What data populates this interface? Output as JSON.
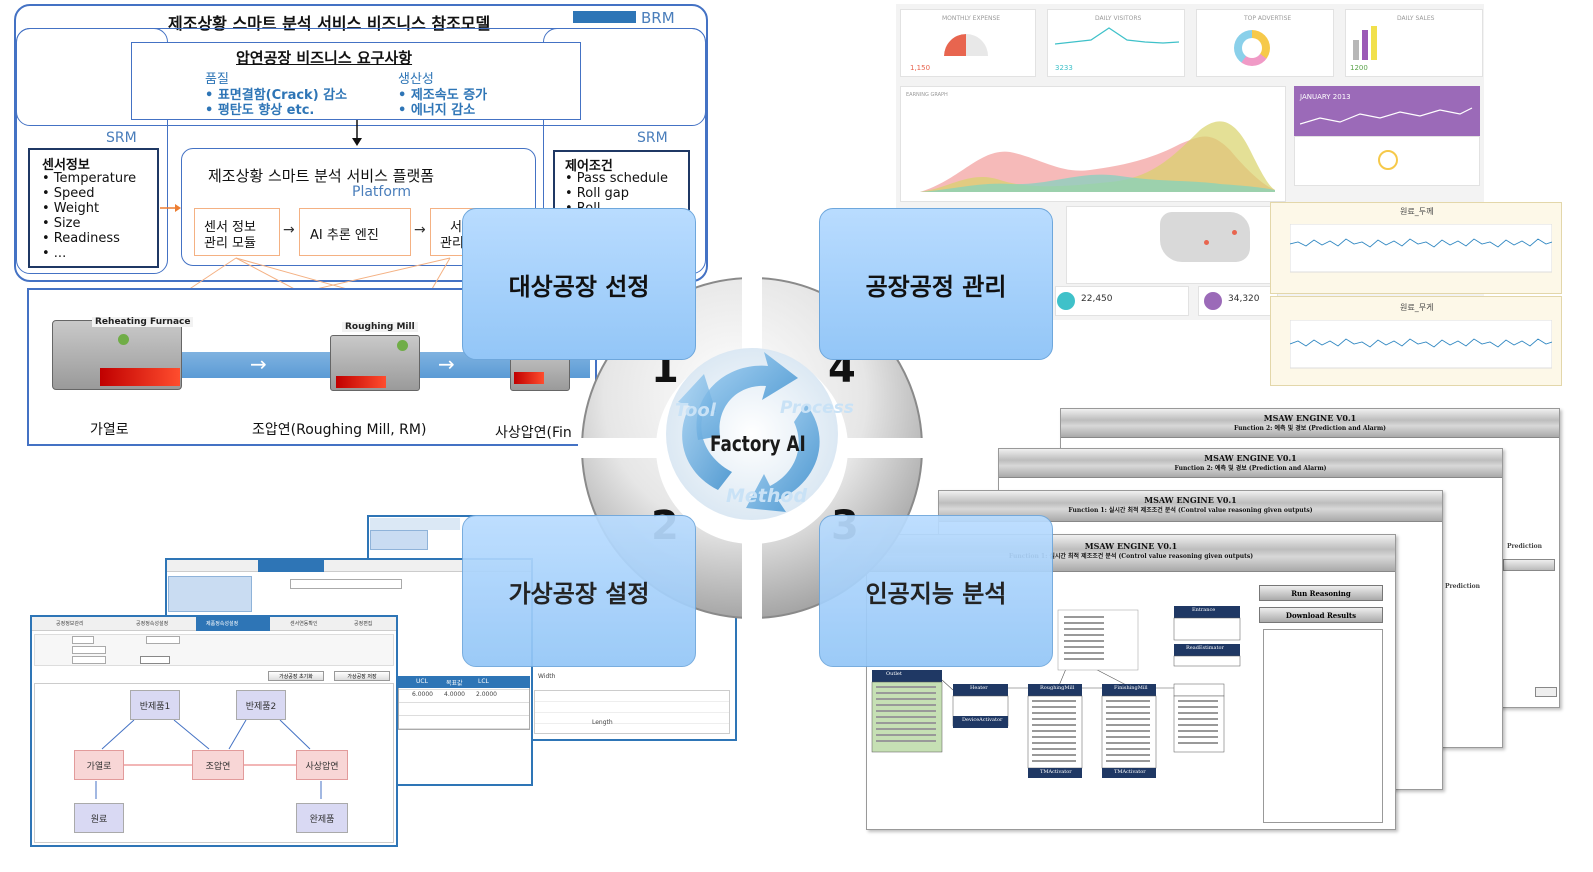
{
  "brm_panel": {
    "title": "제조상황 스마트 분석 서비스 비즈니스 참조모델",
    "brm_tag": "BRM",
    "srm_left": "SRM",
    "srm_right": "SRM",
    "requirements": {
      "title": "압연공장 비즈니스 요구사항",
      "quality_title": "품질",
      "quality_items": [
        "• 표면결함(Crack) 감소",
        "• 평탄도 향상 etc."
      ],
      "productivity_title": "생산성",
      "productivity_items": [
        "• 제조속도 증가",
        "• 에너지 감소"
      ]
    },
    "sensor_box": {
      "title": "센서정보",
      "items": [
        "• Temperature",
        "• Speed",
        "• Weight",
        "• Size",
        "• Readiness",
        "• ..."
      ]
    },
    "platform": {
      "title": "제조상황 스마트 분석 서비스 플랫폼",
      "subtitle": "Platform",
      "module1_line1": "센서 정보",
      "module1_line2": "관리 모듈",
      "module2": "AI 추론 엔진",
      "module3_line1": "서",
      "module3_line2": "관리"
    },
    "control_box": {
      "title": "제어조건",
      "items": [
        "• Pass schedule",
        "• Roll gap",
        "• Roll"
      ]
    },
    "mill": {
      "furnace_label": "Reheating Furnace",
      "rough_label": "Roughing Mill",
      "stage1": "가열로",
      "stage2": "조압연(Roughing Mill, RM)",
      "stage3": "사상압연(Fin"
    }
  },
  "center": {
    "logo": "Factory AI",
    "tool": "Tool",
    "process": "Process",
    "method": "Method",
    "n1": "1",
    "n2": "2",
    "n3": "3",
    "n4": "4",
    "step1": "대상공장 선정",
    "step2": "가상공장 설정",
    "step3": "인공지능 분석",
    "step4": "공장공정 관리"
  },
  "dashboard": {
    "card1": "MONTHLY EXPENSE",
    "card2": "DAILY VISITORS",
    "card3": "TOP ADVERTISE",
    "card4": "DAILY SALES",
    "card1_val": "1,150",
    "card2_val": "3233",
    "card4_val": "1200",
    "earning": "EARNING GRAPH",
    "month": "JANUARY 2013",
    "stat1": "22,450",
    "stat2": "34,320",
    "chart_top_title": "원료_두께",
    "chart_bottom_title": "원료_무게"
  },
  "engine": {
    "title": "MSAW ENGINE V0.1",
    "func2": "Function 2: 예측 및 경보 (Prediction and Alarm)",
    "func1": "Function 1: 실시간 최적 제조조건 분석 (Control value reasoning given outputs)",
    "run_btn": "Run Reasoning",
    "download": "Download Results",
    "prediction": "Prediction",
    "nodes": [
      "Entrance",
      "ReadEstimator",
      "Heater",
      "RoughingMill",
      "FinishingMill",
      "DeviceActivator",
      "TMActivator",
      "TMActivator",
      "Outlet"
    ]
  },
  "virtual": {
    "tab1": "공정정보관리",
    "tab2": "공정정속성설정",
    "tab3": "제품정속성설정",
    "tab4": "센서연동확인",
    "tab5": "공정편집",
    "btn1": "가상공장 초기화",
    "btn2": "가상공장 저장",
    "nodes": [
      "반제품1",
      "반제품2",
      "가열로",
      "조압연",
      "사상압연",
      "원료",
      "완제품"
    ],
    "col_ucl": "UCL",
    "col_target": "목표값",
    "col_lcl": "LCL",
    "v1": "6.0000",
    "v2": "4.0000",
    "v3": "2.0000",
    "width": "Width",
    "length": "Length"
  }
}
